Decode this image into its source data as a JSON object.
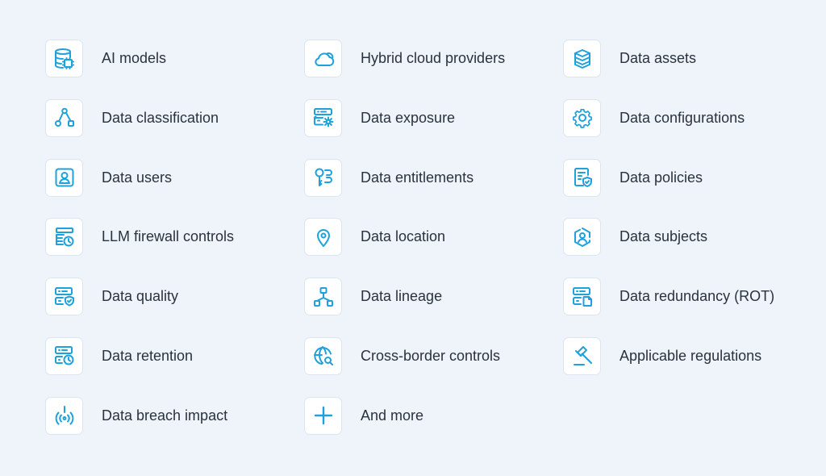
{
  "items": [
    {
      "label": "AI models",
      "icon": "database-chip-icon"
    },
    {
      "label": "Hybrid cloud providers",
      "icon": "cloud-icon"
    },
    {
      "label": "Data assets",
      "icon": "layers-stack-icon"
    },
    {
      "label": "Data classification",
      "icon": "hierarchy-icon"
    },
    {
      "label": "Data exposure",
      "icon": "server-gear-icon"
    },
    {
      "label": "Data configurations",
      "icon": "gear-icon"
    },
    {
      "label": "Data users",
      "icon": "user-portrait-icon"
    },
    {
      "label": "Data entitlements",
      "icon": "key-list-icon"
    },
    {
      "label": "Data policies",
      "icon": "document-shield-icon"
    },
    {
      "label": "LLM firewall controls",
      "icon": "firewall-clock-icon"
    },
    {
      "label": "Data location",
      "icon": "map-pin-icon"
    },
    {
      "label": "Data subjects",
      "icon": "user-cycle-icon"
    },
    {
      "label": "Data quality",
      "icon": "server-shield-icon"
    },
    {
      "label": "Data lineage",
      "icon": "lineage-tree-icon"
    },
    {
      "label": "Data redundancy (ROT)",
      "icon": "server-file-icon"
    },
    {
      "label": "Data retention",
      "icon": "server-clock-icon"
    },
    {
      "label": "Cross-border controls",
      "icon": "globe-search-icon"
    },
    {
      "label": "Applicable regulations",
      "icon": "gavel-icon"
    },
    {
      "label": "Data breach impact",
      "icon": "broadcast-alert-icon"
    },
    {
      "label": "And more",
      "icon": "plus-icon"
    }
  ],
  "colors": {
    "accent": "#1fa2dc",
    "background": "#eef4fa",
    "text": "#2a323d"
  }
}
